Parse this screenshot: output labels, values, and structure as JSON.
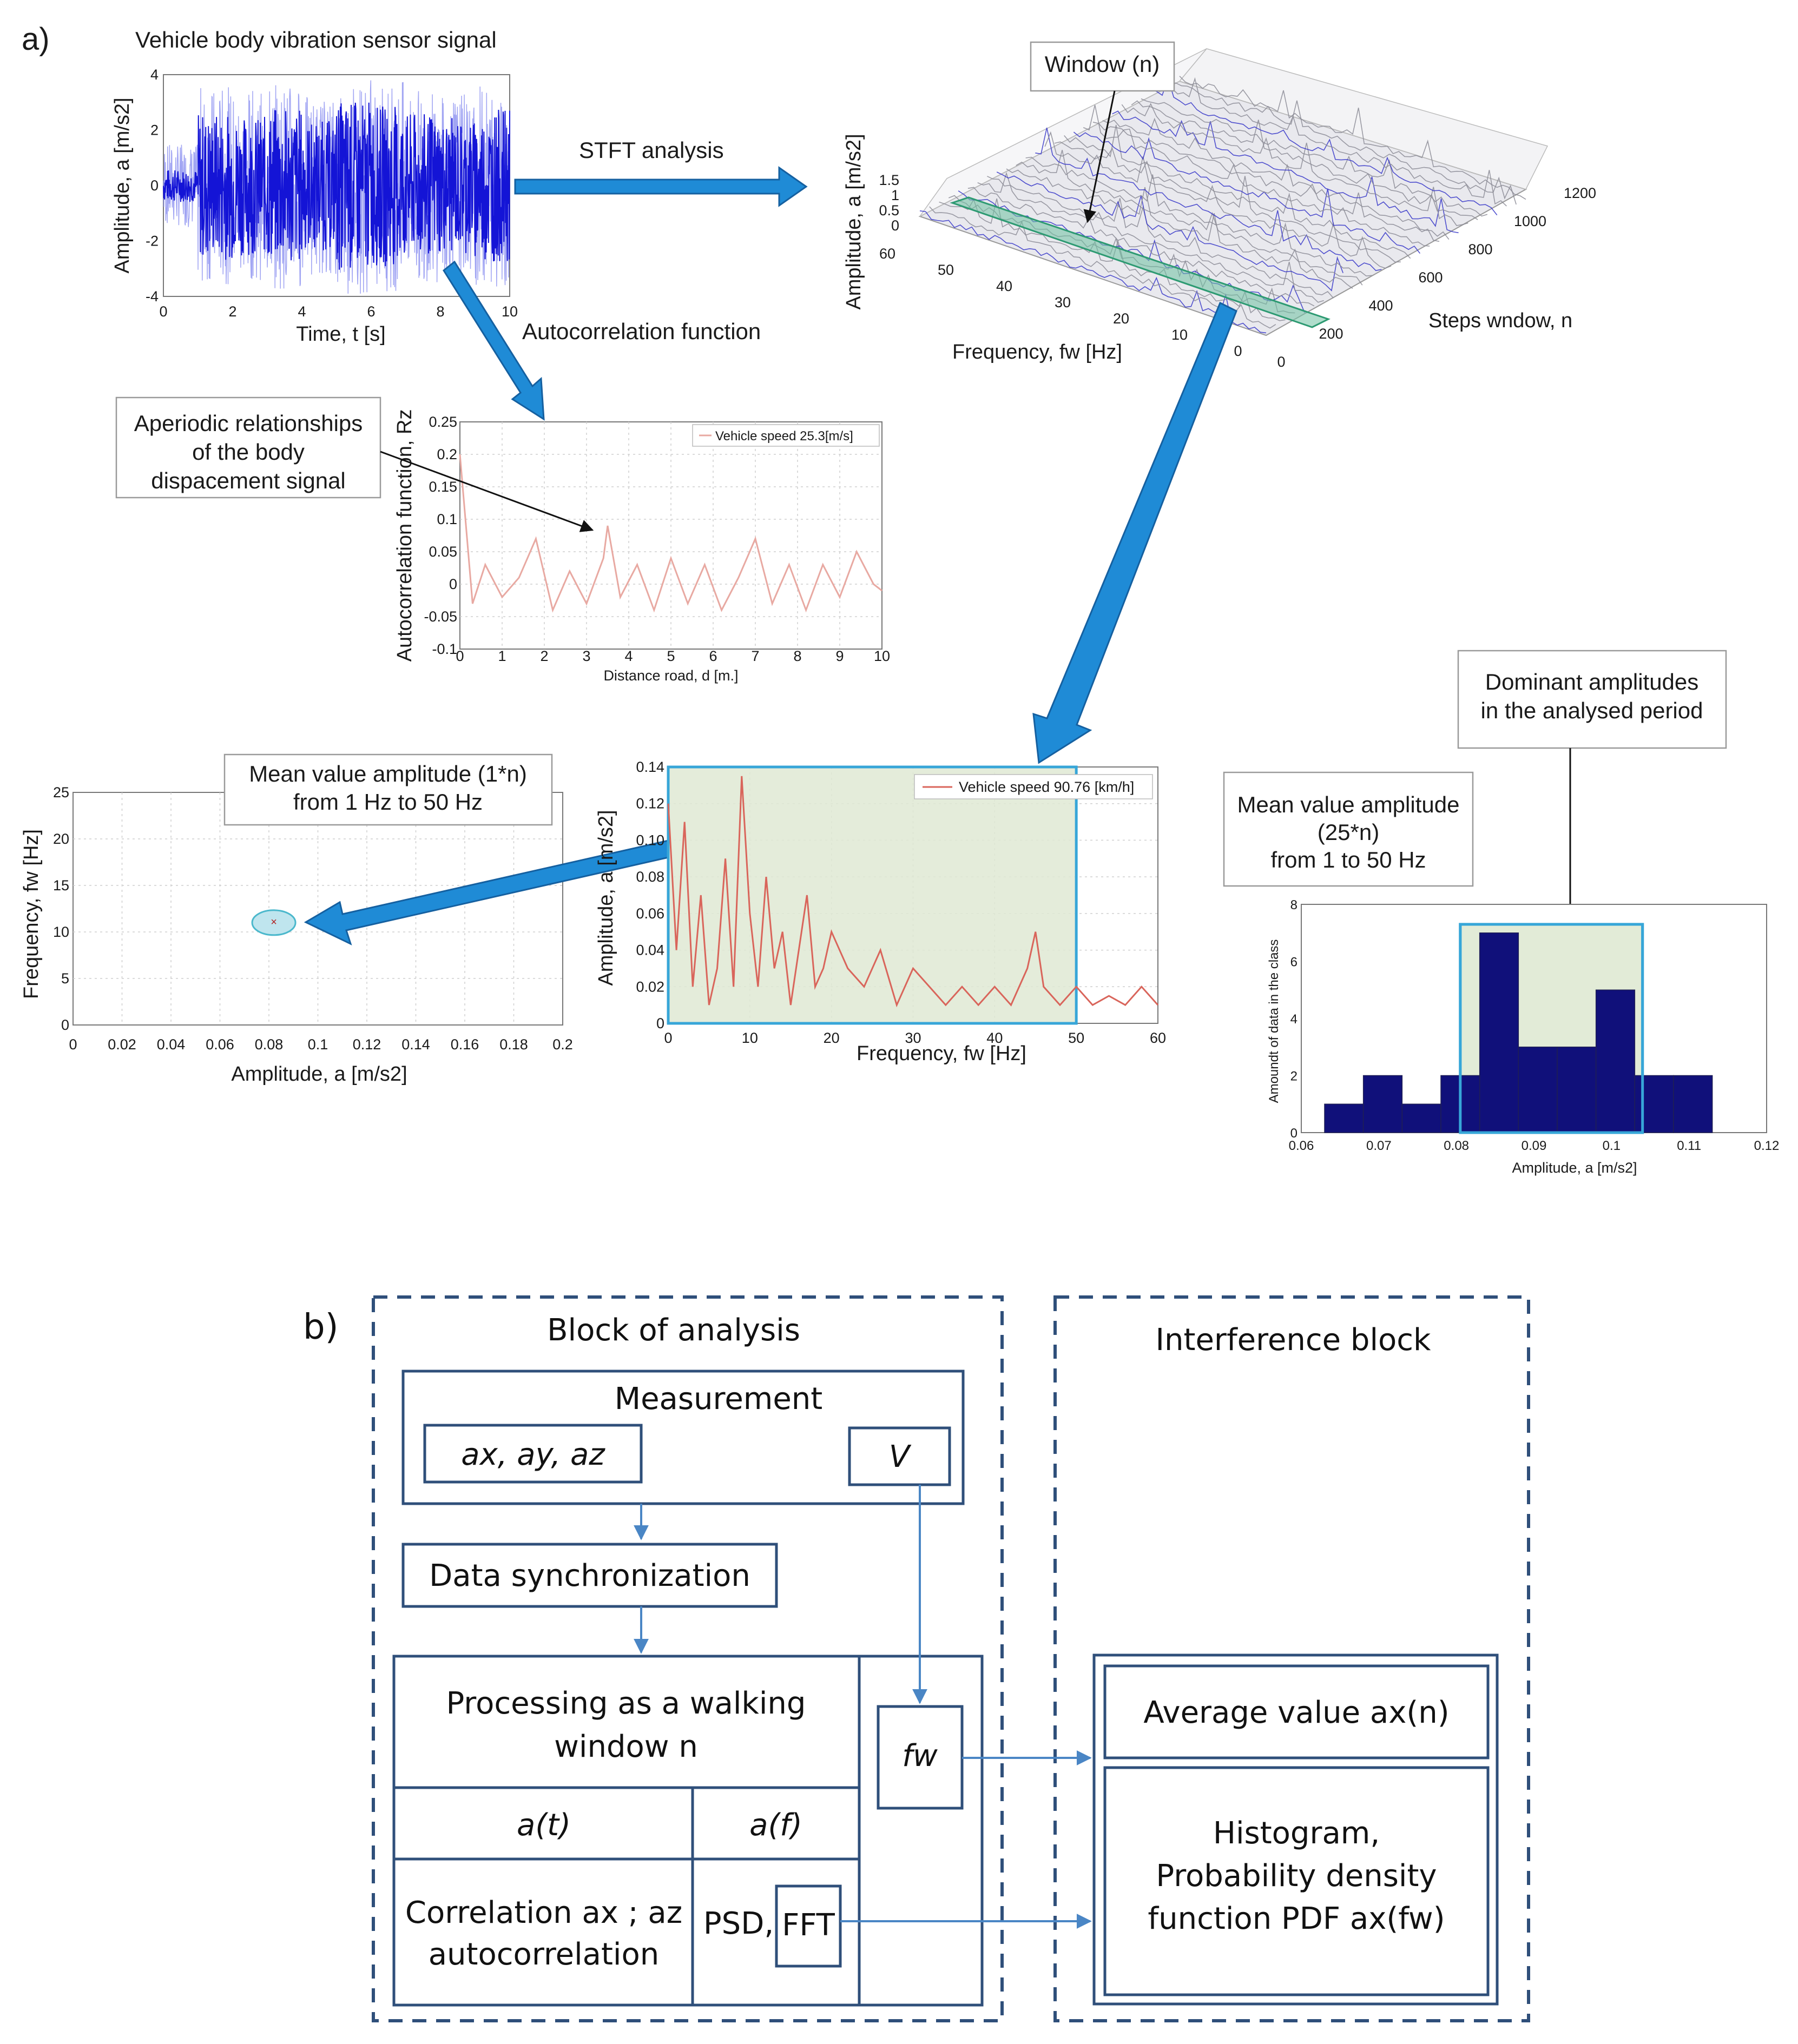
{
  "panel_a": {
    "label": "a)",
    "time_signal": {
      "title": "Vehicle body vibration sensor signal",
      "xlabel": "Time, t [s]",
      "ylabel": "Amplitude, a [m/s2]",
      "xticks": [
        "0",
        "2",
        "4",
        "6",
        "8",
        "10"
      ],
      "yticks": [
        "4",
        "2",
        "0",
        "-2",
        "-4"
      ]
    },
    "stft_arrow_label": "STFT analysis",
    "autocorr_arrow_label": "Autocorrelation function",
    "stft_3d": {
      "callout": "Window (n)",
      "zlabel": "Amplitude, a [m/s2]",
      "zticks": [
        "1.5",
        "1",
        "0.5",
        "0"
      ],
      "freq_label": "Frequency, fw [Hz]",
      "freq_ticks": [
        "60",
        "50",
        "40",
        "30",
        "20",
        "10",
        "0"
      ],
      "steps_label": "Steps wndow, n",
      "steps_ticks": [
        "0",
        "200",
        "400",
        "600",
        "800",
        "1000",
        "1200"
      ]
    },
    "autocorr": {
      "callout": [
        "Aperiodic relationships",
        "of the body",
        "dispacement signal"
      ],
      "legend": "Vehicle speed 25.3[m/s]",
      "ylabel": "Autocorrelation function, Rz",
      "xlabel": "Distance road, d [m.]",
      "xticks": [
        "0",
        "1",
        "2",
        "3",
        "4",
        "5",
        "6",
        "7",
        "8",
        "9",
        "10"
      ],
      "yticks": [
        "0.25",
        "0.2",
        "0.15",
        "0.1",
        "0.05",
        "0",
        "-0.05",
        "-0.1"
      ]
    },
    "mean_scatter": {
      "callout": [
        "Mean value amplitude (1*n)",
        "from 1 Hz to 50 Hz"
      ],
      "ylabel": "Frequency, fw [Hz]",
      "xlabel": "Amplitude, a [m/s2]",
      "xticks": [
        "0",
        "0.02",
        "0.04",
        "0.06",
        "0.08",
        "0.1",
        "0.12",
        "0.14",
        "0.16",
        "0.18",
        "0.2"
      ],
      "yticks": [
        "25",
        "20",
        "15",
        "10",
        "5",
        "0"
      ]
    },
    "spectrum": {
      "legend": "Vehicle speed 90.76 [km/h]",
      "ylabel": "Amplitude, a [m/s2]",
      "xlabel": "Frequency, fw [Hz]",
      "xticks": [
        "0",
        "10",
        "20",
        "30",
        "40",
        "50",
        "60"
      ],
      "yticks": [
        "0.14",
        "0.12",
        "0.10",
        "0.08",
        "0.06",
        "0.04",
        "0.02",
        "0"
      ]
    },
    "histogram": {
      "callout_top": [
        "Dominant amplitudes",
        "in the analysed period"
      ],
      "callout_left": [
        "Mean value amplitude",
        "(25*n)",
        "from 1 to 50 Hz"
      ],
      "ylabel": "Amoundt of data in the class",
      "xlabel": "Amplitude, a [m/s2]",
      "xticks": [
        "0.06",
        "0.07",
        "0.08",
        "0.09",
        "0.1",
        "0.11",
        "0.12"
      ],
      "yticks": [
        "8",
        "6",
        "4",
        "2",
        "0"
      ]
    }
  },
  "panel_b": {
    "label": "b)",
    "analysis_block_title": "Block of analysis",
    "interference_block_title": "Interference block",
    "measurement": "Measurement",
    "accel_box": "ax, ay, az",
    "velocity_box": "V",
    "sync": "Data synchronization",
    "processing": [
      "Processing as a walking",
      "window n"
    ],
    "at": "a(t)",
    "af": "a(f)",
    "fw": "fw",
    "correlation": [
      "Correlation ax ; az",
      "autocorrelation"
    ],
    "psd": "PSD,",
    "fft": "FFT",
    "average": "Average value ax(n)",
    "histogram": [
      "Histogram,",
      "Probability density",
      "function PDF ax(fw)"
    ]
  },
  "chart_data": [
    {
      "type": "line",
      "title": "Vehicle body vibration sensor signal",
      "xlabel": "Time, t [s]",
      "ylabel": "Amplitude, a [m/s2]",
      "xlim": [
        0,
        10
      ],
      "ylim": [
        -4,
        4
      ],
      "x": [
        0,
        1,
        2,
        3,
        4,
        5,
        6,
        7,
        8,
        9,
        10
      ],
      "series": [
        {
          "values": [
            0.0,
            2.6,
            -2.4,
            2.8,
            -2.2,
            3.1,
            -2.9,
            2.5,
            -2.3,
            2.7,
            0.0
          ]
        }
      ]
    },
    {
      "type": "line",
      "xlabel": "Distance road, d [m.]",
      "ylabel": "Autocorrelation function, Rz",
      "xlim": [
        0,
        10
      ],
      "ylim": [
        -0.1,
        0.25
      ],
      "x": [
        0,
        0.3,
        0.6,
        1.0,
        1.4,
        1.8,
        2.2,
        2.6,
        3.0,
        3.4,
        3.5,
        3.8,
        4.2,
        4.6,
        5.0,
        5.4,
        5.8,
        6.2,
        6.6,
        7.0,
        7.4,
        7.8,
        8.2,
        8.6,
        9.0,
        9.4,
        9.8,
        10
      ],
      "series": [
        {
          "name": "Vehicle speed 25.3[m/s]",
          "values": [
            0.2,
            -0.03,
            0.03,
            -0.02,
            0.01,
            0.07,
            -0.04,
            0.02,
            -0.03,
            0.04,
            0.09,
            -0.02,
            0.03,
            -0.04,
            0.04,
            -0.03,
            0.03,
            -0.04,
            0.01,
            0.07,
            -0.03,
            0.03,
            -0.04,
            0.03,
            -0.02,
            0.05,
            0.0,
            -0.01
          ]
        }
      ]
    },
    {
      "type": "scatter",
      "xlabel": "Amplitude, a [m/s2]",
      "ylabel": "Frequency, fw [Hz]",
      "xlim": [
        0,
        0.2
      ],
      "ylim": [
        0,
        25
      ],
      "x": [
        0.082
      ],
      "series": [
        {
          "values": [
            11
          ]
        }
      ]
    },
    {
      "type": "line",
      "xlabel": "Frequency, fw [Hz]",
      "ylabel": "Amplitude, a [m/s2]",
      "xlim": [
        0,
        60
      ],
      "ylim": [
        0,
        0.14
      ],
      "x": [
        0,
        1,
        2,
        3,
        4,
        5,
        6,
        7,
        8,
        9,
        10,
        11,
        12,
        13,
        14,
        15,
        16,
        17,
        18,
        19,
        20,
        22,
        24,
        26,
        28,
        30,
        32,
        34,
        36,
        38,
        40,
        42,
        44,
        45,
        46,
        48,
        50,
        52,
        54,
        56,
        58,
        60
      ],
      "series": [
        {
          "name": "Vehicle speed 90.76 [km/h]",
          "values": [
            0.12,
            0.04,
            0.11,
            0.02,
            0.07,
            0.01,
            0.03,
            0.09,
            0.02,
            0.135,
            0.06,
            0.02,
            0.08,
            0.03,
            0.05,
            0.01,
            0.04,
            0.07,
            0.02,
            0.03,
            0.05,
            0.03,
            0.02,
            0.04,
            0.01,
            0.03,
            0.02,
            0.01,
            0.02,
            0.01,
            0.02,
            0.01,
            0.03,
            0.05,
            0.02,
            0.01,
            0.02,
            0.01,
            0.015,
            0.01,
            0.02,
            0.01
          ]
        }
      ]
    },
    {
      "type": "bar",
      "xlabel": "Amplitude, a [m/s2]",
      "ylabel": "Amoundt of data in the class",
      "xlim": [
        0.06,
        0.12
      ],
      "ylim": [
        0,
        8
      ],
      "x": [
        0.0655,
        0.0705,
        0.0755,
        0.0805,
        0.0855,
        0.0905,
        0.0955,
        0.1005,
        0.1055,
        0.1105
      ],
      "series": [
        {
          "values": [
            1,
            2,
            1,
            2,
            7,
            3,
            3,
            5,
            2,
            2
          ]
        }
      ]
    }
  ]
}
